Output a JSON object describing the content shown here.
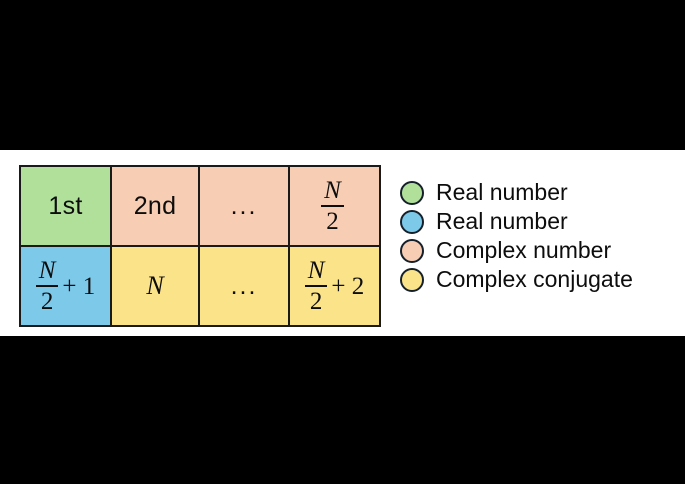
{
  "figure": {
    "background": "#000000",
    "band_background": "#ffffff"
  },
  "palette": {
    "green": "#b0e09a",
    "blue": "#7dc9ea",
    "peach": "#f7cdb4",
    "yellow": "#fbe389",
    "outline": "#1a1a1a"
  },
  "table": {
    "rows": [
      {
        "cells": [
          {
            "kind": "text",
            "text": "1st",
            "color_key": "green"
          },
          {
            "kind": "text",
            "text": "2nd",
            "color_key": "peach"
          },
          {
            "kind": "text",
            "text": "...",
            "color_key": "peach"
          },
          {
            "kind": "frac",
            "num": "N",
            "den": "2",
            "suffix": "",
            "color_key": "peach"
          }
        ]
      },
      {
        "cells": [
          {
            "kind": "frac",
            "num": "N",
            "den": "2",
            "suffix": "+ 1",
            "color_key": "blue"
          },
          {
            "kind": "var",
            "text": "N",
            "color_key": "yellow"
          },
          {
            "kind": "text",
            "text": "...",
            "color_key": "yellow"
          },
          {
            "kind": "frac",
            "num": "N",
            "den": "2",
            "suffix": "+ 2",
            "color_key": "yellow"
          }
        ]
      }
    ]
  },
  "legend": {
    "items": [
      {
        "label": "Real number",
        "color": "#b0e09a"
      },
      {
        "label": "Real number",
        "color": "#7dc9ea"
      },
      {
        "label": "Complex number",
        "color": "#f7cdb4"
      },
      {
        "label": "Complex conjugate",
        "color": "#fbe389"
      }
    ]
  }
}
